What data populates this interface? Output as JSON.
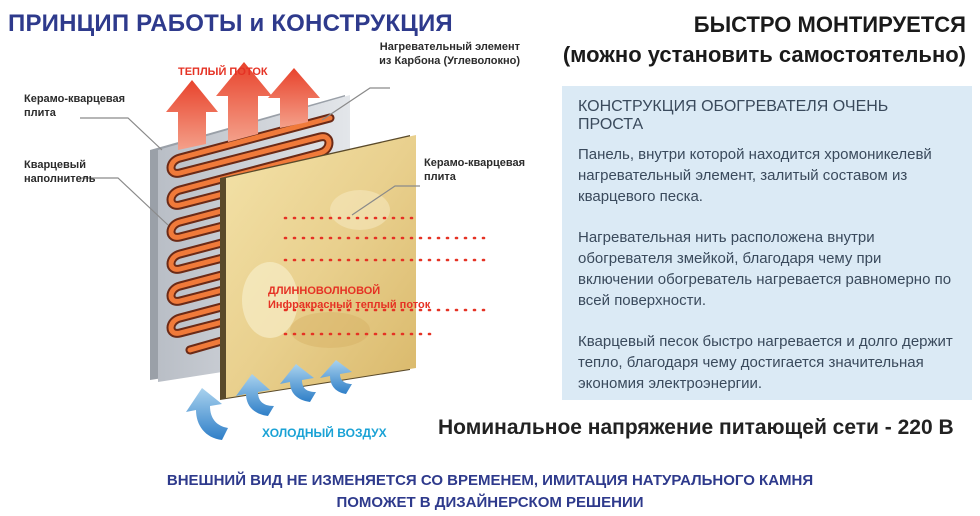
{
  "header": {
    "title": "ПРИНЦИП РАБОТЫ и КОНСТРУКЦИЯ",
    "right_line1": "БЫСТРО МОНТИРУЕТСЯ",
    "right_line2": "(можно установить самостоятельно)"
  },
  "diagram": {
    "warm_flow": "ТЕПЛЫЙ ПОТОК",
    "heating_element_1": "Нагревательный элемент",
    "heating_element_2": "из Карбона (Углеволокно)",
    "left_plate_1": "Керамо-кварцевая",
    "left_plate_2": "плита",
    "filler_1": "Кварцевый",
    "filler_2": "наполнитель",
    "right_plate_1": "Керамо-кварцевая",
    "right_plate_2": "плита",
    "longwave": "ДЛИННОВОЛНОВОЙ",
    "infrared": "Инфракрасный теплый поток",
    "cold_air": "ХОЛОДНЫЙ ВОЗДУХ"
  },
  "info": {
    "heading": "КОНСТРУКЦИЯ ОБОГРЕВАТЕЛЯ ОЧЕНЬ ПРОСТА",
    "p1": "Панель, внутри которой находится хромоникелевй нагревательный элемент, залитый составом из кварцевого песка.",
    "p2": "Нагревательная нить расположена внутри обогревателя змейкой, благодаря чему при включении обогреватель нагревается равномерно по всей поверхности.",
    "p3": "Кварцевый песок быстро нагревается и долго держит тепло, благодаря чему достигается значительная экономия электроэнергии."
  },
  "voltage": "Номинальное напряжение питающей сети - 220 В",
  "footer": {
    "line1": "ВНЕШНИЙ ВИД  НЕ ИЗМЕНЯЕТСЯ СО ВРЕМЕНЕМ, ИМИТАЦИЯ НАТУРАЛЬНОГО КАМНЯ",
    "line2": "ПОМОЖЕТ В ДИЗАЙНЕРСКОМ РЕШЕНИИ"
  },
  "colors": {
    "title_blue": "#2e3a8c",
    "red": "#e53224",
    "cyan": "#1aa2d5",
    "info_bg": "#dbeaf5"
  }
}
